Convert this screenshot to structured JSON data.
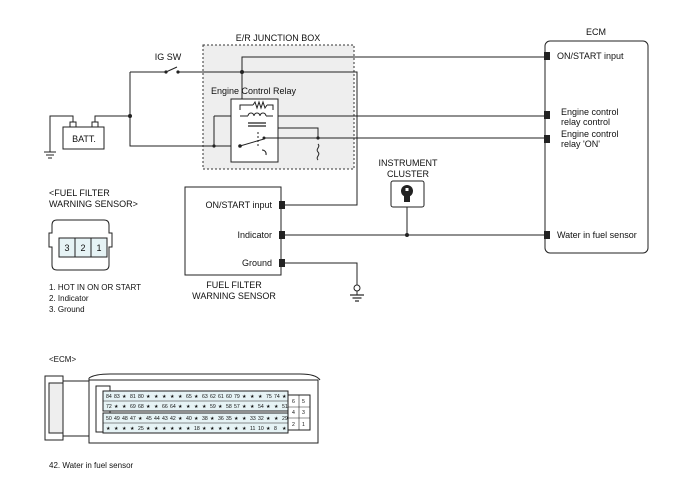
{
  "ecm": {
    "title": "ECM",
    "pins": [
      {
        "label": "ON/START input"
      },
      {
        "label": "Engine control",
        "label2": "relay control"
      },
      {
        "label": "Engine control",
        "label2": "relay 'ON'"
      },
      {
        "label": "Water in fuel sensor"
      }
    ]
  },
  "junction_box": {
    "title": "E/R JUNCTION BOX",
    "relay_label": "Engine Control Relay"
  },
  "ig_sw": "IG SW",
  "battery": "BATT.",
  "instrument_cluster": {
    "line1": "INSTRUMENT",
    "line2": "CLUSTER"
  },
  "sensor_box": {
    "pins": [
      "ON/START input",
      "Indicator",
      "Ground"
    ],
    "caption1": "FUEL FILTER",
    "caption2": "WARNING SENSOR"
  },
  "connector_legend": {
    "title1": "<FUEL FILTER",
    "title2": "WARNING SENSOR>",
    "pins": [
      "3",
      "2",
      "1"
    ],
    "notes": [
      "1. HOT IN ON OR START",
      "2. Indicator",
      "3. Ground"
    ]
  },
  "ecm_connector": {
    "title": "<ECM>",
    "row1": [
      "84",
      "83",
      "★",
      "81",
      "80",
      "★",
      "★",
      "★",
      "★",
      "★",
      "65",
      "★",
      "63",
      "62",
      "61",
      "60",
      "79",
      "★",
      "★",
      "★",
      "75",
      "74",
      "★"
    ],
    "row2": [
      "72",
      "★",
      "★",
      "69",
      "68",
      "★",
      "★",
      "66",
      "64",
      "★",
      "★",
      "★",
      "★",
      "59",
      "★",
      "58",
      "57",
      "★",
      "★",
      "54",
      "★",
      "★",
      "51"
    ],
    "row3": [
      "50",
      "49",
      "48",
      "47",
      "★",
      "45",
      "44",
      "43",
      "42",
      "★",
      "40",
      "★",
      "38",
      "★",
      "36",
      "35",
      "★",
      "★",
      "33",
      "32",
      "★",
      "★",
      "29"
    ],
    "row4": [
      "★",
      "★",
      "★",
      "★",
      "25",
      "★",
      "★",
      "★",
      "★",
      "★",
      "★",
      "18",
      "★",
      "★",
      "★",
      "★",
      "★",
      "★",
      "11",
      "10",
      "★",
      "8",
      "★"
    ],
    "side": [
      "6",
      "5",
      "4",
      "3",
      "2",
      "1"
    ],
    "note": "42. Water in fuel sensor"
  }
}
